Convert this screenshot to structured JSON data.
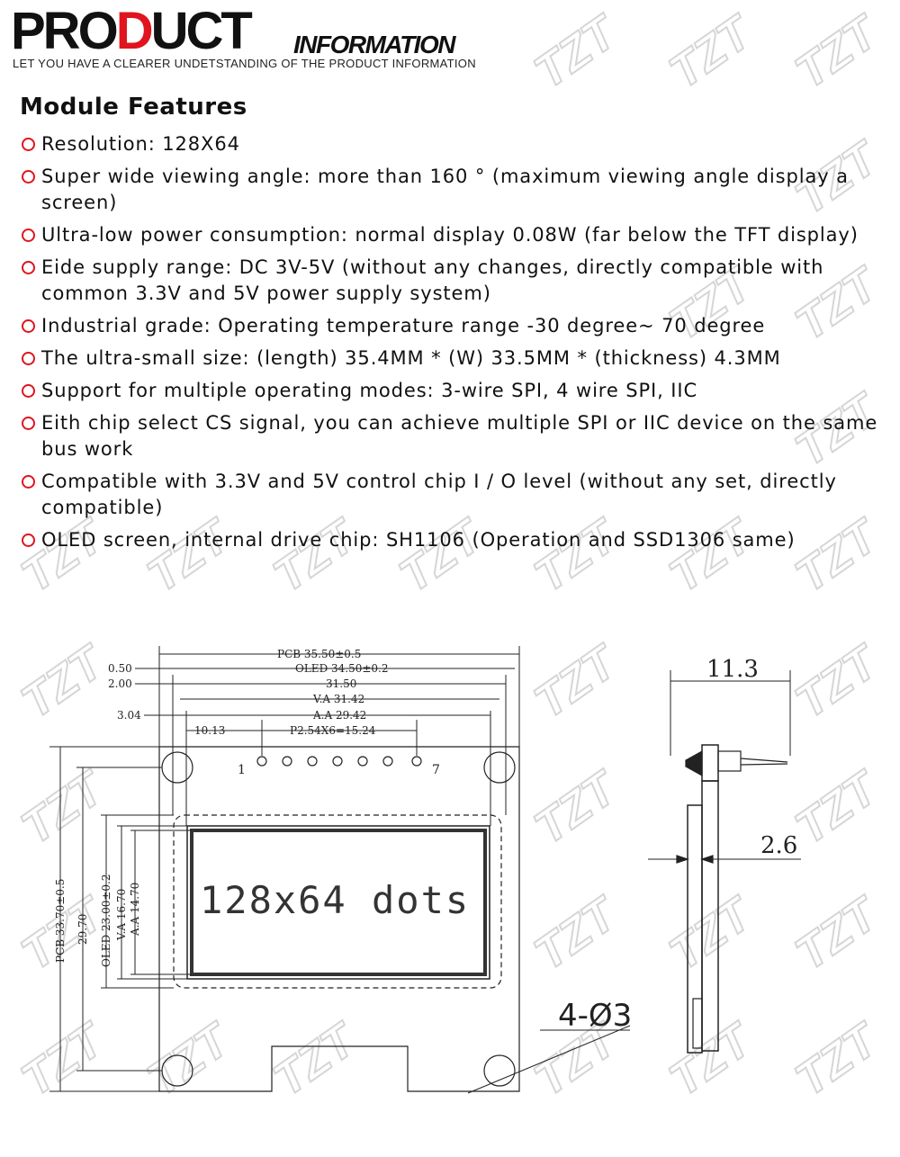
{
  "header": {
    "brand_part1": "PRO",
    "brand_part2": "D",
    "brand_part3": "UCT",
    "brand_sub": "INFORMATION",
    "tagline": "LET YOU HAVE A CLEARER UNDETSTANDING OF THE PRODUCT INFORMATION"
  },
  "section": {
    "title": "Module Features"
  },
  "features": [
    "Resolution: 128X64",
    "Super wide viewing angle: more than 160 ° (maximum viewing angle display a screen)",
    "Ultra-low power consumption: normal display 0.08W (far below the TFT display)",
    "Eide supply range: DC 3V-5V (without any changes, directly compatible with common 3.3V and 5V power supply system)",
    "Industrial grade: Operating temperature range -30 degree~ 70 degree",
    "The ultra-small size: (length) 35.4MM * (W) 33.5MM * (thickness) 4.3MM",
    "Support for multiple operating modes: 3-wire SPI, 4 wire SPI, IIC",
    "Eith chip select CS signal, you can achieve multiple SPI or IIC device on the same bus work",
    "Compatible with 3.3V and 5V control chip I / O level (without any set, directly compatible)",
    "OLED screen, internal drive chip: SH1106 (Operation and SSD1306 same)"
  ],
  "drawing": {
    "dim_pcb_width": "PCB 35.50±0.5",
    "dim_oled_width": "OLED 34.50±0.2",
    "dim_31_50": "31.50",
    "dim_va_width": "V.A 31.42",
    "dim_aa_width": "A.A 29.42",
    "dim_pitch": "P2.54X6=15.24",
    "dim_0_50": "0.50",
    "dim_2_00": "2.00",
    "dim_3_04": "3.04",
    "dim_10_13": "10.13",
    "pin_first": "1",
    "pin_last": "7",
    "screen_label": "128x64 dots",
    "dim_pcb_height": "PCB 33.70±0.5",
    "dim_29_70": "29.70",
    "dim_oled_height": "OLED 23.00±0.2",
    "dim_va_height": "V.A 16.70",
    "dim_aa_height": "A.A 14.70",
    "dim_holes": "4-Ø3",
    "dim_side_11_3": "11.3",
    "dim_side_2_6": "2.6",
    "watermark": "TZT"
  },
  "colors": {
    "accent": "#e0141e",
    "text": "#111111",
    "watermark": "#cfcfcf"
  }
}
